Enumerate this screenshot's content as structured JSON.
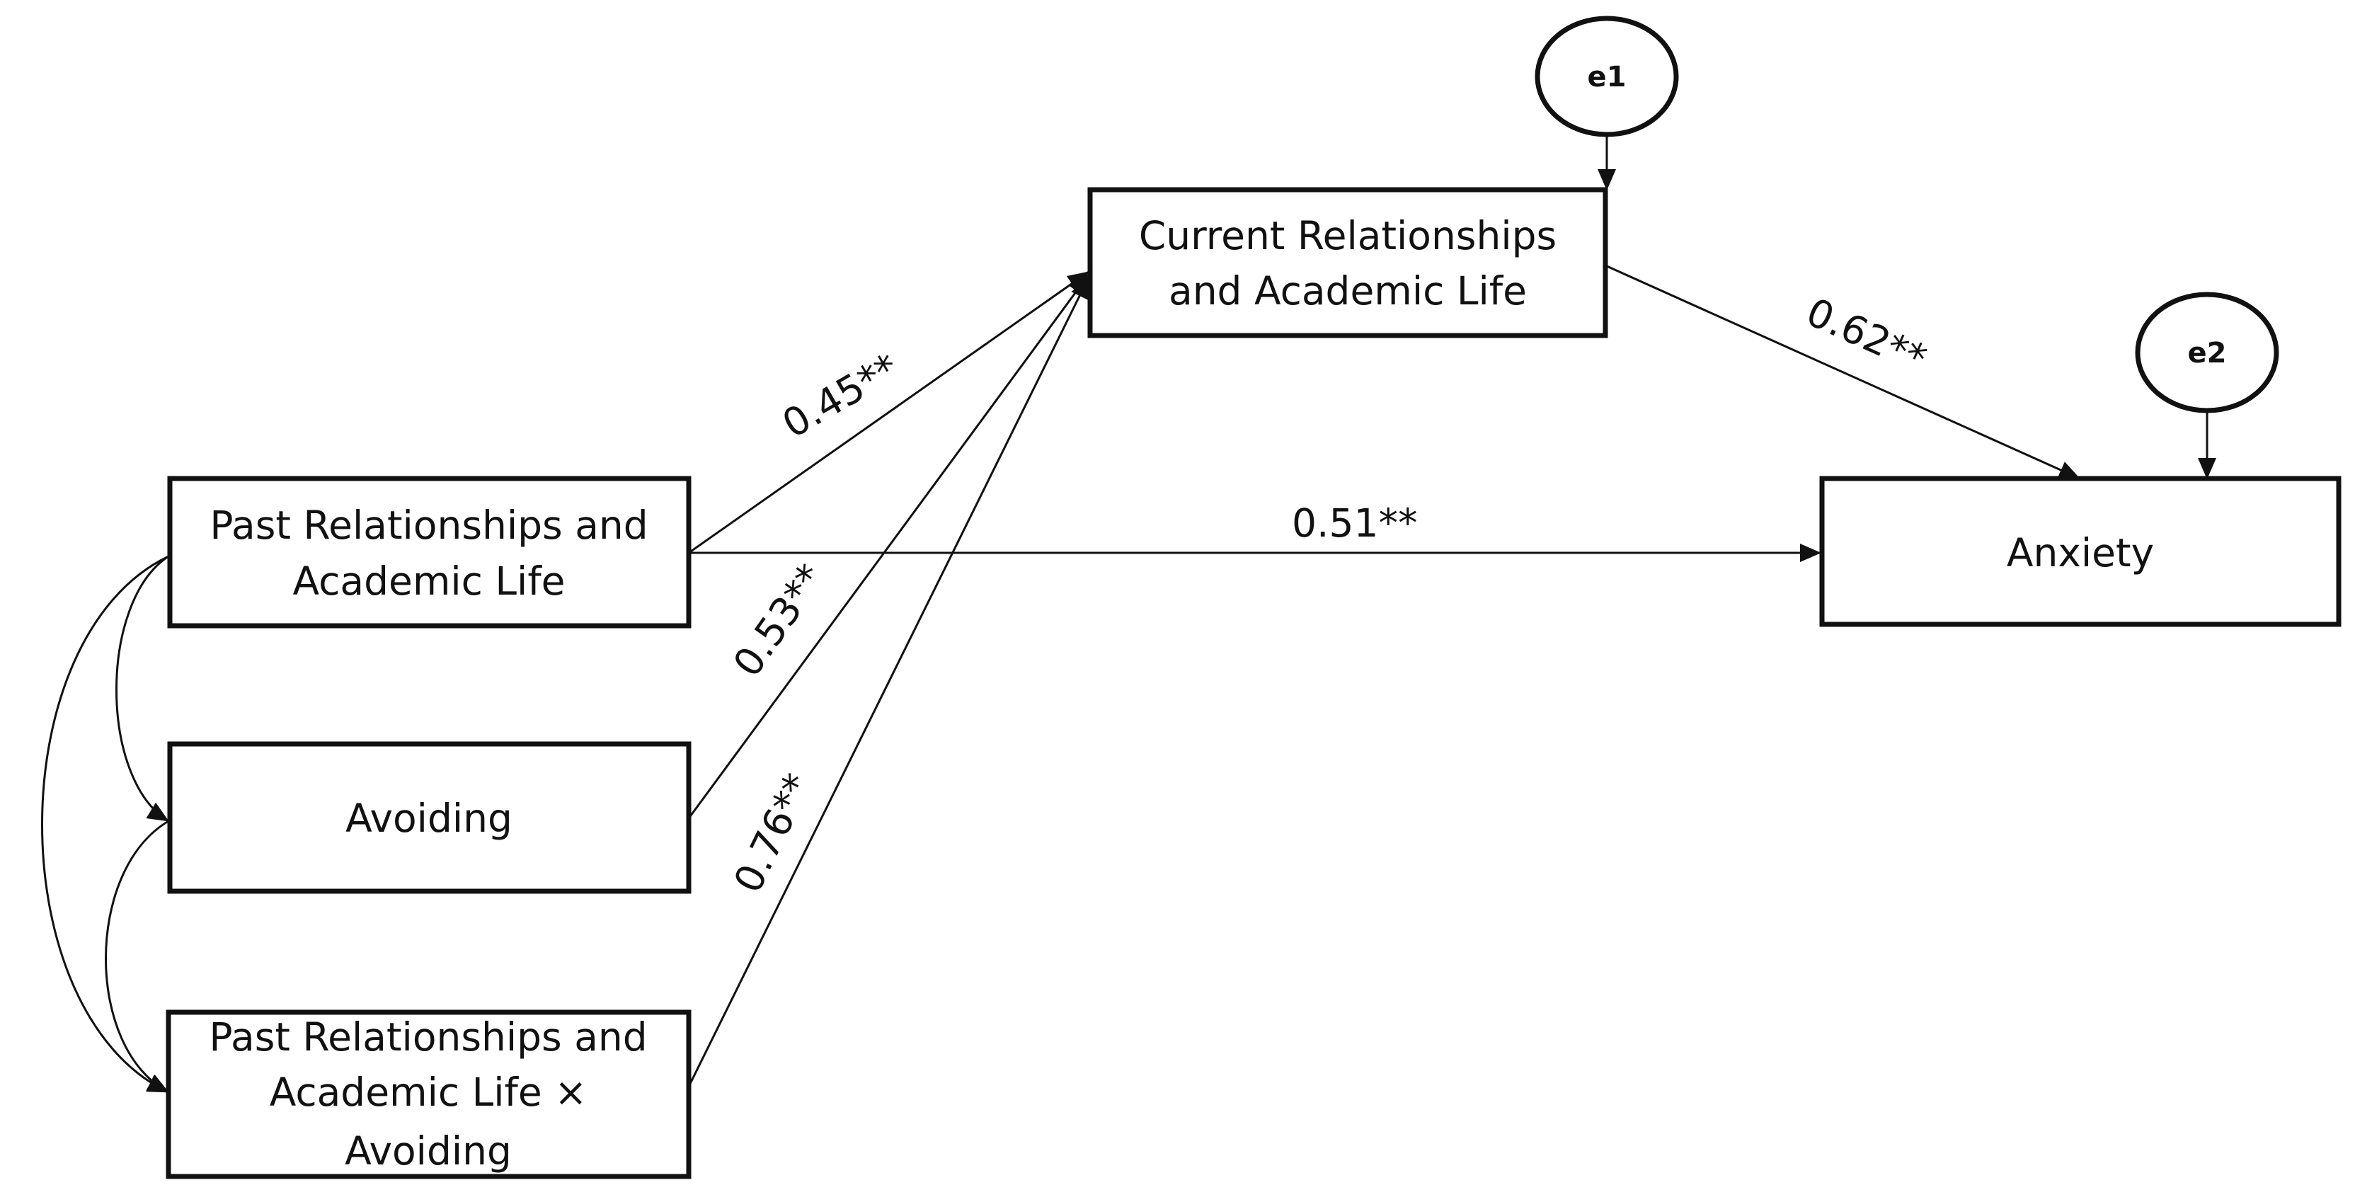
{
  "nodes": {
    "past": {
      "lines": [
        "Past Relationships and",
        "Academic Life"
      ]
    },
    "avoiding": {
      "lines": [
        "Avoiding"
      ]
    },
    "interaction": {
      "lines": [
        "Past Relationships and",
        "Academic Life ×",
        "Avoiding"
      ]
    },
    "current": {
      "lines": [
        "Current Relationships",
        "and Academic Life"
      ]
    },
    "anxiety": {
      "lines": [
        "Anxiety"
      ]
    }
  },
  "errors": {
    "e1": {
      "label": "e1"
    },
    "e2": {
      "label": "e2"
    }
  },
  "paths": {
    "past_to_current": {
      "coef": "0.45**"
    },
    "avoiding_to_current": {
      "coef": "0.53**"
    },
    "interaction_to_current": {
      "coef": "0.76**"
    },
    "current_to_anxiety": {
      "coef": "0.62**"
    },
    "past_to_anxiety": {
      "coef": "0.51**"
    }
  }
}
